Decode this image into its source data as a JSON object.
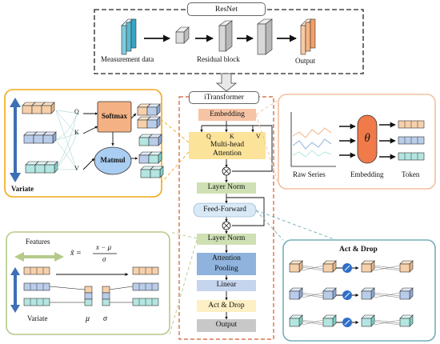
{
  "top": {
    "badge": "ResNet",
    "measurement": "Measurement data",
    "residual": "Residual block",
    "output": "Output"
  },
  "center": {
    "badge": "iTransformer",
    "steps": {
      "embedding": "Embedding",
      "mha_line1": "Multi-head",
      "mha_line2": "Attention",
      "q": "Q",
      "k": "K",
      "v": "V",
      "layer_norm_1": "Layer Norm",
      "feed_forward": "Feed-Forward",
      "layer_norm_2": "Layer Norm",
      "pool_line1": "Attention",
      "pool_line2": "Pooling",
      "linear": "Linear",
      "act_drop": "Act & Drop",
      "output": "Output"
    }
  },
  "attention_panel": {
    "q": "Q",
    "k": "K",
    "v": "V",
    "softmax": "Softmax",
    "matmul": "Matmul",
    "variate": "Variate"
  },
  "embedding_panel": {
    "raw_series": "Raw Series",
    "theta": "θ",
    "embedding": "Embedding",
    "token": "Token"
  },
  "norm_panel": {
    "features": "Features",
    "formula_lhs": "x̃ =",
    "formula_num": "x − μ",
    "formula_den": "σ",
    "variate": "Variate",
    "mu": "μ",
    "sigma": "σ"
  },
  "act_panel": {
    "title": "Act & Drop"
  },
  "colors": {
    "orange_border": "#f0a81c",
    "salmon_border": "#f2c0a0",
    "green_border": "#b6c98a",
    "blue_border": "#74aeb8",
    "center_dash": "#d45a2a",
    "embedding_fill": "#f7c3a5",
    "mha_fill": "#fbe39a",
    "norm_fill": "#cfe0b4",
    "ff_fill": "#d9e9f5",
    "pool_fill": "#8fb3dc",
    "linear_fill": "#c6d5ee",
    "act_fill": "#fdf0c4",
    "out_fill": "#c8c8c8",
    "theta_fill": "#f07a4a",
    "matmul_fill": "#aacdf2",
    "softmax_fill": "#f4b183"
  }
}
